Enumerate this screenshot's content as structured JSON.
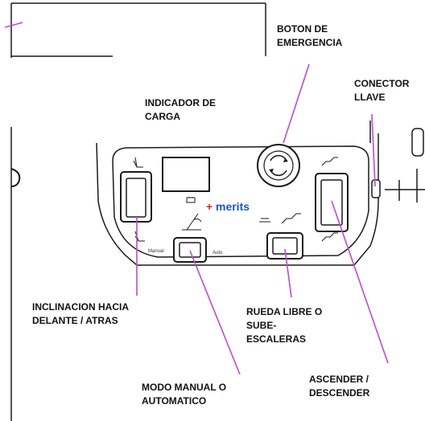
{
  "brand": {
    "name": "merits",
    "color": "#1a56c4",
    "plus_color": "#d02a2a"
  },
  "panel_labels": {
    "manual": "Manual",
    "auto": "Auto"
  },
  "callouts": {
    "emergency_button": "BOTON DE\nEMERGENCIA",
    "key_connector": "CONECTOR\nLLAVE",
    "charge_indicator": "INDICADOR DE\nCARGA",
    "tilt": "INCLINACION HACIA\nDELANTE / ATRAS",
    "freewheel": "RUEDA LIBRE O\nSUBE-\nESCALERAS",
    "manual_auto_mode": "MODO MANUAL O\nAUTOMATICO",
    "ascend_descend": "ASCENDER /\nDESCENDER"
  },
  "colors": {
    "leader_line": "#c04ad0",
    "outline": "#1a1a1a"
  }
}
